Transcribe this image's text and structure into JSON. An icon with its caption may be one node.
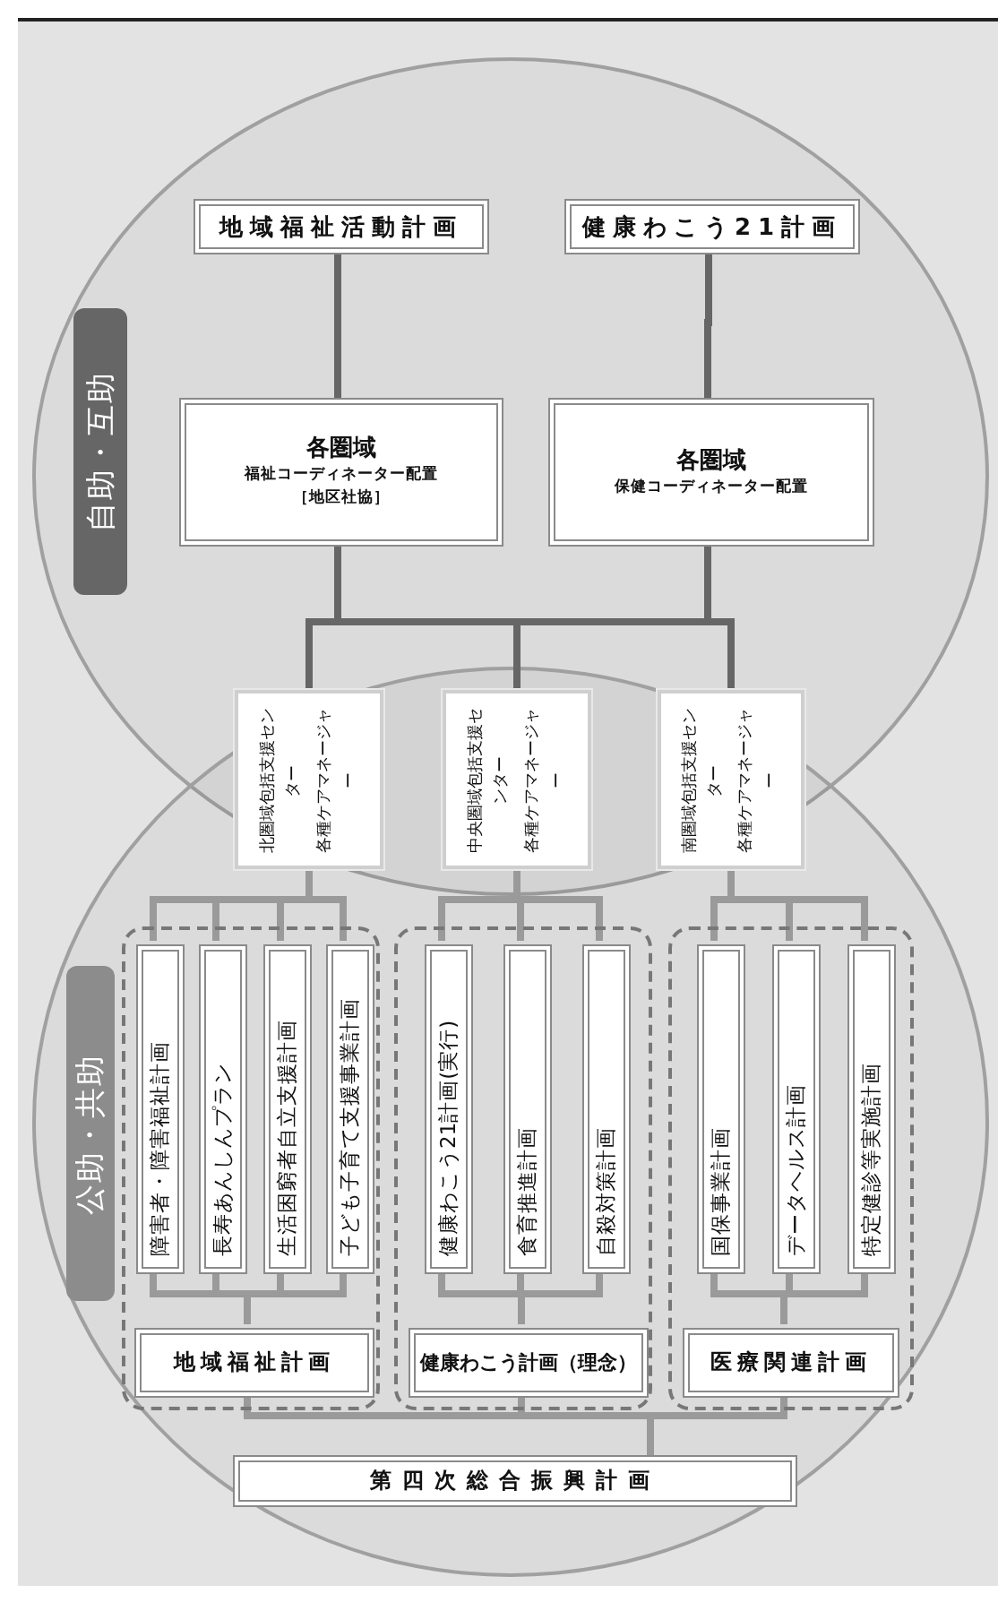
{
  "diagram": {
    "nodes": [
      {
        "text": [
          "自助・互助"
        ]
      },
      {
        "text": [
          "地域福祉活動計画"
        ],
        "in": 0
      },
      {
        "text": [
          "健康わこう21計画"
        ],
        "in": 0
      },
      {
        "text": [
          "各圏域",
          "福祉コーディネーター配置",
          "［地区社協］"
        ],
        "in": 0
      },
      {
        "text": [
          "各圏域",
          "保健コーディネーター配置"
        ],
        "in": 0
      },
      {
        "text": [
          "北圏域包括支援センター",
          "各種ケアマネージャー"
        ]
      },
      {
        "text": [
          "中央圏域包括支援センター",
          "各種ケアマネージャー"
        ]
      },
      {
        "text": [
          "南圏域包括支援センター",
          "各種ケアマネージャー"
        ]
      },
      {
        "text": [
          "公助・共助"
        ]
      },
      {
        "text": [],
        "shape": "box",
        "in": 8
      },
      {
        "text": [
          "障害者・障害福祉計画"
        ],
        "in": 9
      },
      {
        "text": [
          "長寿あんしんプラン"
        ],
        "in": 9
      },
      {
        "text": [
          "生活困窮者自立支援計画"
        ],
        "in": 9
      },
      {
        "text": [
          "子ども子育て支援事業計画"
        ],
        "in": 9
      },
      {
        "text": [
          "地域福祉計画"
        ],
        "in": 9
      },
      {
        "text": [],
        "shape": "box",
        "in": 8
      },
      {
        "text": [
          "健康わこう21計画(実行)"
        ],
        "in": 15
      },
      {
        "text": [
          "食育推進計画"
        ],
        "in": 15
      },
      {
        "text": [
          "自殺対策計画"
        ],
        "in": 15
      },
      {
        "text": [
          "健康わこう計画（理念）"
        ],
        "in": 15
      },
      {
        "text": [],
        "shape": "box",
        "in": 8
      },
      {
        "text": [
          "国保事業計画"
        ],
        "in": 20
      },
      {
        "text": [
          "データヘルス計画"
        ],
        "in": 20
      },
      {
        "text": [
          "特定健診等実施計画"
        ],
        "in": 20
      },
      {
        "text": [
          "医療関連計画"
        ],
        "in": 20
      },
      {
        "text": [
          "第四次総合振興計画"
        ],
        "in": 8
      }
    ],
    "edges": [
      {
        "from": 1,
        "to": 3,
        "arrow": "none",
        "color": "#666666"
      },
      {
        "from": 2,
        "to": 4,
        "arrow": "none",
        "color": "#666666"
      },
      {
        "from": 3,
        "to": 5,
        "arrow": "none",
        "color": "#666666"
      },
      {
        "from": 3,
        "to": 6,
        "arrow": "none",
        "color": "#666666"
      },
      {
        "from": 3,
        "to": 7,
        "arrow": "none",
        "color": "#666666"
      },
      {
        "from": 4,
        "to": 5,
        "arrow": "none",
        "color": "#666666"
      },
      {
        "from": 4,
        "to": 6,
        "arrow": "none",
        "color": "#666666"
      },
      {
        "from": 4,
        "to": 7,
        "arrow": "none",
        "color": "#666666"
      },
      {
        "from": 5,
        "to": 10,
        "arrow": "none"
      },
      {
        "from": 5,
        "to": 11,
        "arrow": "none"
      },
      {
        "from": 5,
        "to": 12,
        "arrow": "none"
      },
      {
        "from": 5,
        "to": 13,
        "arrow": "none"
      },
      {
        "from": 6,
        "to": 16,
        "arrow": "none"
      },
      {
        "from": 6,
        "to": 17,
        "arrow": "none"
      },
      {
        "from": 6,
        "to": 18,
        "arrow": "none"
      },
      {
        "from": 7,
        "to": 21,
        "arrow": "none"
      },
      {
        "from": 7,
        "to": 22,
        "arrow": "none"
      },
      {
        "from": 7,
        "to": 23,
        "arrow": "none"
      },
      {
        "from": 10,
        "to": 14,
        "arrow": "none"
      },
      {
        "from": 11,
        "to": 14,
        "arrow": "none"
      },
      {
        "from": 12,
        "to": 14,
        "arrow": "none"
      },
      {
        "from": 13,
        "to": 14,
        "arrow": "none"
      },
      {
        "from": 16,
        "to": 19,
        "arrow": "none"
      },
      {
        "from": 17,
        "to": 19,
        "arrow": "none"
      },
      {
        "from": 18,
        "to": 19,
        "arrow": "none"
      },
      {
        "from": 21,
        "to": 24,
        "arrow": "none"
      },
      {
        "from": 22,
        "to": 24,
        "arrow": "none"
      },
      {
        "from": 23,
        "to": 24,
        "arrow": "none"
      },
      {
        "from": 14,
        "to": 25,
        "arrow": "none"
      },
      {
        "from": 19,
        "to": 25,
        "arrow": "none"
      },
      {
        "from": 24,
        "to": 25,
        "arrow": "none"
      }
    ]
  }
}
